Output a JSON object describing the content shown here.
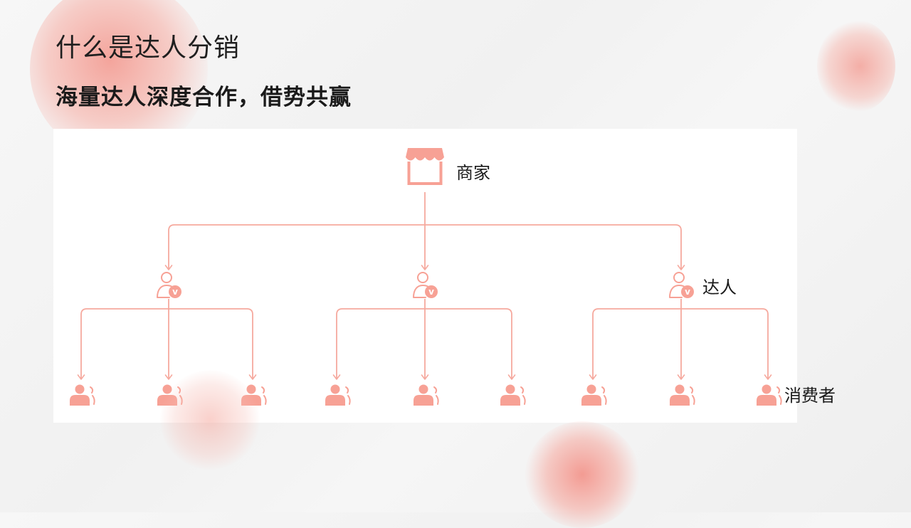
{
  "slide": {
    "title": "什么是达人分销",
    "subtitle": "海量达人深度合作，借势共赢"
  },
  "diagram": {
    "root": {
      "label": "商家",
      "icon": "storefront-icon"
    },
    "influencers": {
      "label": "达人",
      "icon": "verified-user-icon",
      "badge": "v",
      "count": 3
    },
    "consumers": {
      "label": "消费者",
      "icon": "user-group-icon",
      "per_influencer": 3
    },
    "colors": {
      "accent": "#f7a195",
      "line": "#f6a99e",
      "text": "#1a1a1a"
    }
  }
}
